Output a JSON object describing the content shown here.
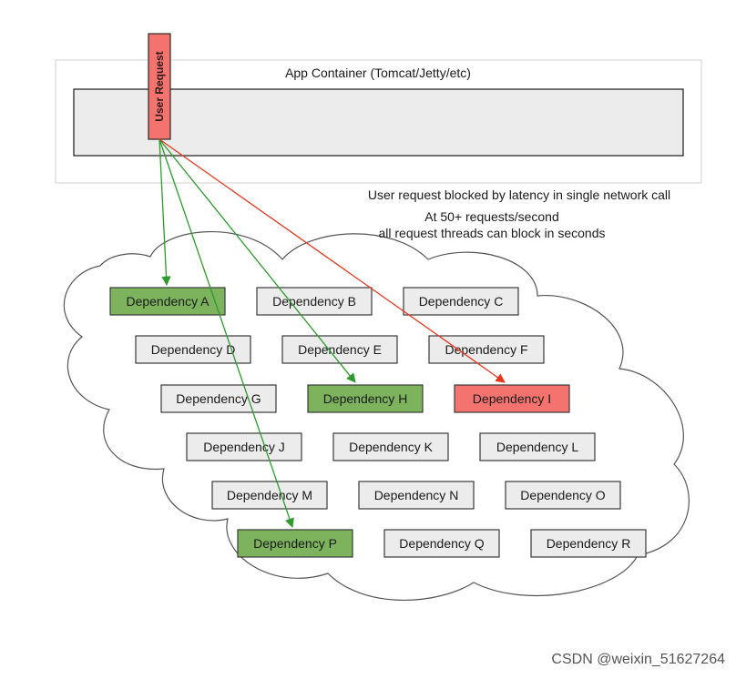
{
  "app_container": {
    "title": "App Container (Tomcat/Jetty/etc)"
  },
  "user_request": {
    "label": "User Request"
  },
  "note": {
    "line1": "User request blocked by latency in single network call",
    "line2": "At 50+ requests/second",
    "line3": "all request threads can block in seconds"
  },
  "colors": {
    "healthy": "#7cb35c",
    "failing": "#f5736e",
    "neutral": "#ececec",
    "green_arrow": "#2e9a2e",
    "red_arrow": "#e8361c"
  },
  "dependencies": [
    {
      "label": "Dependency A",
      "status": "called"
    },
    {
      "label": "Dependency B",
      "status": "idle"
    },
    {
      "label": "Dependency C",
      "status": "idle"
    },
    {
      "label": "Dependency D",
      "status": "idle"
    },
    {
      "label": "Dependency E",
      "status": "idle"
    },
    {
      "label": "Dependency F",
      "status": "idle"
    },
    {
      "label": "Dependency G",
      "status": "idle"
    },
    {
      "label": "Dependency H",
      "status": "called"
    },
    {
      "label": "Dependency I",
      "status": "blocked"
    },
    {
      "label": "Dependency J",
      "status": "idle"
    },
    {
      "label": "Dependency K",
      "status": "idle"
    },
    {
      "label": "Dependency L",
      "status": "idle"
    },
    {
      "label": "Dependency M",
      "status": "idle"
    },
    {
      "label": "Dependency N",
      "status": "idle"
    },
    {
      "label": "Dependency O",
      "status": "idle"
    },
    {
      "label": "Dependency P",
      "status": "called"
    },
    {
      "label": "Dependency Q",
      "status": "idle"
    },
    {
      "label": "Dependency R",
      "status": "idle"
    }
  ],
  "calls": [
    {
      "to": "Dependency A",
      "kind": "ok"
    },
    {
      "to": "Dependency H",
      "kind": "ok"
    },
    {
      "to": "Dependency P",
      "kind": "ok"
    },
    {
      "to": "Dependency I",
      "kind": "blocked"
    }
  ],
  "watermark": "CSDN @weixin_51627264"
}
